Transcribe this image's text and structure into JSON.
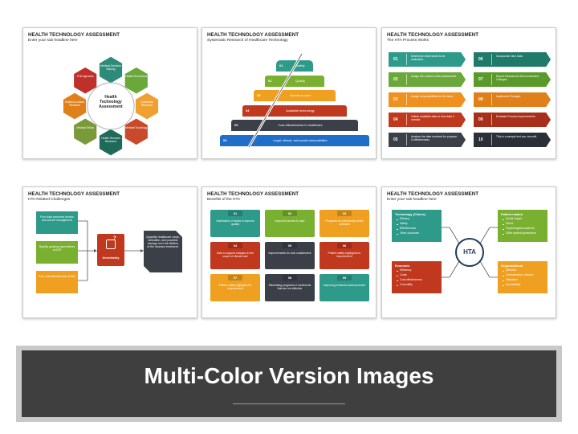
{
  "banner": {
    "title": "Multi-Color Version Images"
  },
  "slide1": {
    "title": "HEALTH TECHNOLOGY ASSESSMENT",
    "subtitle": "Enter your sub headline here",
    "center": "Health Technology Assessment",
    "petals": [
      "Medical Decision Making",
      "Health Economics",
      "Outcomes Research",
      "Medical Sociology",
      "Health Services Research",
      "Medical Ethics",
      "Evidence-based Medicine",
      "HTA Agencies"
    ],
    "colors": [
      "#2e8b7a",
      "#6aa83a",
      "#f0a030",
      "#c84a2a",
      "#1f6a5a",
      "#7a9a3a",
      "#e0801a",
      "#c0302a"
    ]
  },
  "slide2": {
    "title": "HEALTH TECHNOLOGY ASSESSMENT",
    "subtitle": "Systematic Research of Healthcare Technology",
    "levels": [
      {
        "num": "01",
        "label": "Safety",
        "color": "#2e9a8a"
      },
      {
        "num": "02",
        "label": "Quality",
        "color": "#7ab030"
      },
      {
        "num": "03",
        "label": "Access to care",
        "color": "#f0a020"
      },
      {
        "num": "04",
        "label": "Available technology",
        "color": "#c0381e"
      },
      {
        "num": "05",
        "label": "Cost-effectiveness in healthcare",
        "color": "#3a3f48"
      },
      {
        "num": "06",
        "label": "Legal, ethical, and social vulnerabilities",
        "color": "#1f6fc8"
      }
    ]
  },
  "slide3": {
    "title": "HEALTH TECHNOLOGY ASSESSMENT",
    "subtitle": "The HTA Process Works",
    "left": [
      {
        "num": "01",
        "label": "Determine what needs to be evaluated",
        "color": "#2e9a8a"
      },
      {
        "num": "02",
        "label": "Assign the content of the assessment",
        "color": "#6aa83a"
      },
      {
        "num": "03",
        "label": "Assign responsibilities for the team",
        "color": "#f0901e"
      },
      {
        "num": "04",
        "label": "Gather available data or new data if needed",
        "color": "#c0381e"
      },
      {
        "num": "05",
        "label": "Analyze the data received for purpose & effectiveness",
        "color": "#3a3f48"
      }
    ],
    "right": [
      {
        "num": "06",
        "label": "Incorporate New Data",
        "color": "#1f7a6a"
      },
      {
        "num": "07",
        "label": "Report Results and Recommended Changes",
        "color": "#5a9a2a"
      },
      {
        "num": "08",
        "label": "Implement Changes",
        "color": "#e0801a"
      },
      {
        "num": "09",
        "label": "Evaluate Process Improvements",
        "color": "#a8301a"
      },
      {
        "num": "10",
        "label": "This is a sample text you can edit.",
        "color": "#2a2f38"
      }
    ]
  },
  "slide4": {
    "title": "HEALTH TECHNOLOGY ASSESSMENT",
    "subtitle": "HTA Related Challenges",
    "boxes": [
      {
        "label": "Poor data economic burden and current management",
        "color": "#2e9a8a"
      },
      {
        "label": "Rapidly growing expenditures on IDD",
        "color": "#7ab030"
      },
      {
        "label": "Poor cost-effectiveness of IDD",
        "color": "#f0a020"
      }
    ],
    "center": "Uncertainty",
    "center_color": "#c0381e",
    "result": "Quantify healthcare costs, utilization, and possible savings over the lifetime of the disease treatment.",
    "result_color": "#3a3f48"
  },
  "slide5": {
    "title": "HEALTH TECHNOLOGY ASSESSMENT",
    "subtitle": "Benefits of the HTA",
    "cards": [
      {
        "num": "01",
        "label": "Clarification of areas to improve quality",
        "color": "#2e9a8a"
      },
      {
        "num": "02",
        "label": "Improved access to care",
        "color": "#7ab030"
      },
      {
        "num": "03",
        "label": "Programs for community health outreach",
        "color": "#f0a020"
      },
      {
        "num": "04",
        "label": "Data to support changes in the scope of clinical care",
        "color": "#c0381e"
      },
      {
        "num": "05",
        "label": "Improvements for cost containment",
        "color": "#3a3f48"
      },
      {
        "num": "06",
        "label": "Patient safety highlights for improvement",
        "color": "#c0381e"
      },
      {
        "num": "07",
        "label": "Patient safety highlights for improvement",
        "color": "#f0a020"
      },
      {
        "num": "08",
        "label": "Eliminating programs or treatments that are not effective",
        "color": "#3a3f48"
      },
      {
        "num": "09",
        "label": "Improving evidence-based practice",
        "color": "#2e9a8a"
      }
    ]
  },
  "slide6": {
    "title": "HEALTH TECHNOLOGY ASSESSMENT",
    "subtitle": "Enter your sub headline here",
    "center": "HTA",
    "quadrants": [
      {
        "title": "Technology (Clinics)",
        "items": [
          "Efficacy",
          "Safety",
          "Effectiveness",
          "Other outcomes"
        ],
        "color": "#2e9a8a"
      },
      {
        "title": "Patient-related",
        "items": [
          "Social impact",
          "Ethics",
          "Psychological reactions",
          "Other patient parameters"
        ],
        "color": "#7ab030"
      },
      {
        "title": "Economic",
        "items": [
          "Efficiency",
          "Costs",
          "Cost-effectiveness",
          "Cost-utility"
        ],
        "color": "#c0381e"
      },
      {
        "title": "Organizational",
        "items": [
          "Diffusion",
          "Centralization / decent.",
          "Utilization",
          "Accessibility"
        ],
        "color": "#f0a020"
      }
    ]
  }
}
